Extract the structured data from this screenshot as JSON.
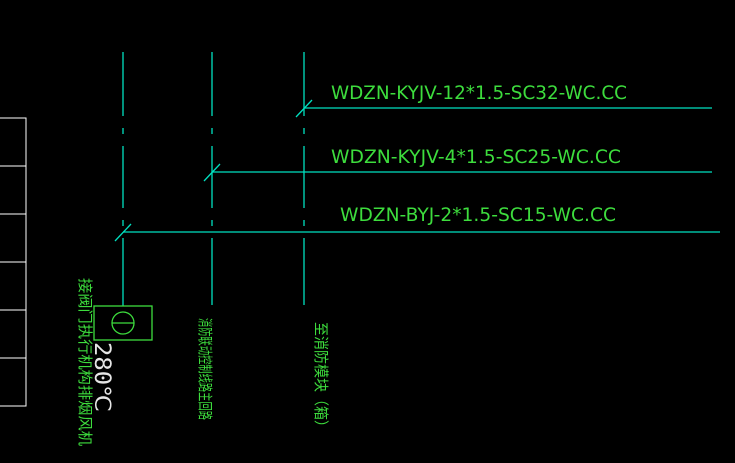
{
  "cables": [
    {
      "label": "WDZN-KYJV-12*1.5-SC32-WC.CC"
    },
    {
      "label": "WDZN-KYJV-4*1.5-SC25-WC.CC"
    },
    {
      "label": "WDZN-BYJ-2*1.5-SC15-WC.CC"
    }
  ],
  "vertical_labels": {
    "left": "接阀门执行机构排烟风机",
    "middle": "消防联动控制线路主回路",
    "right": "至消防模块（箱）"
  },
  "damper": {
    "temperature": "280℃"
  },
  "colors": {
    "background": "#000000",
    "wire": "#00e0c0",
    "text": "#3ddc3d",
    "table": "#ffffff"
  }
}
